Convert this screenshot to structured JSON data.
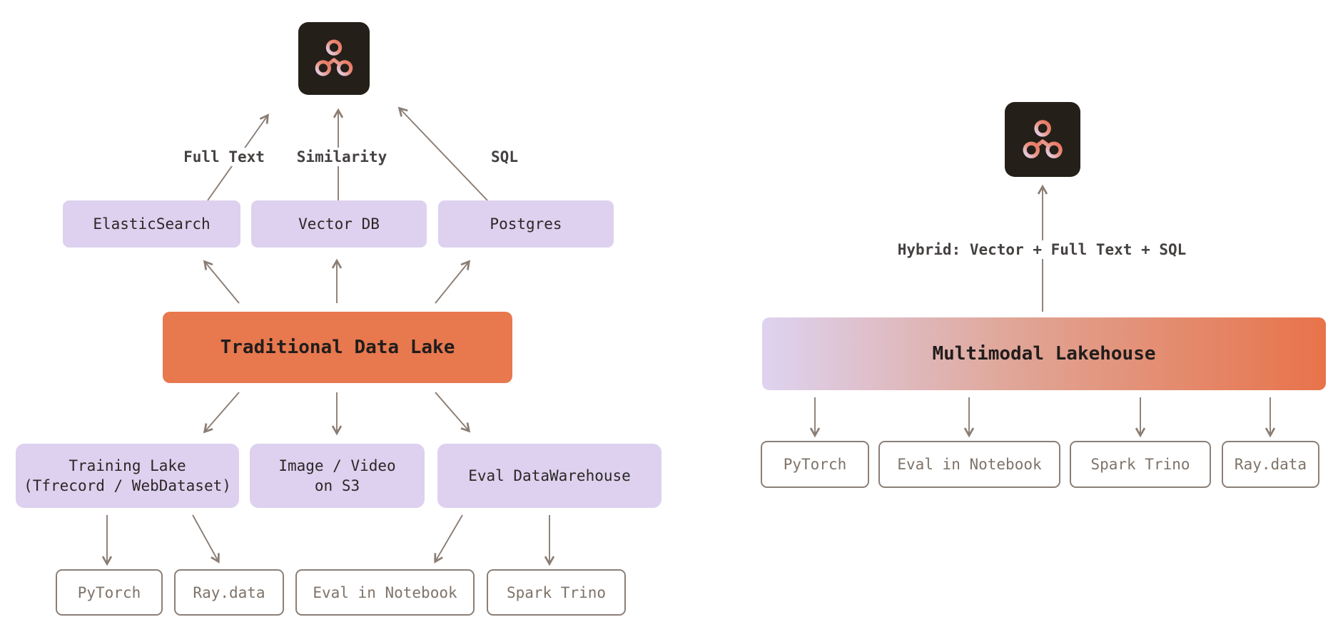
{
  "colors": {
    "purple_box": "#ddd1ef",
    "orange_box": "#e8784e",
    "gradient_left": "#ded3f1",
    "gradient_right": "#e8734a",
    "arrow": "#8a7d74",
    "outline_box_border": "#8b7f77",
    "outline_box_text": "#7e7369",
    "icon_background": "#242019",
    "logo_gradient_start": "#e3d9f6",
    "logo_gradient_end": "#e8735a",
    "label_text": "#454140",
    "box_text": "#2b2726"
  },
  "left": {
    "query_labels": [
      "Full Text",
      "Similarity",
      "SQL"
    ],
    "engines": [
      "ElasticSearch",
      "Vector DB",
      "Postgres"
    ],
    "hub": "Traditional Data Lake",
    "stores": [
      {
        "line1": "Training Lake",
        "line2": "(Tfrecord / WebDataset)"
      },
      {
        "line1": "Image / Video",
        "line2": "on S3"
      },
      {
        "line1": "Eval DataWarehouse",
        "line2": ""
      }
    ],
    "consumers": [
      "PyTorch",
      "Ray.data",
      "Eval in Notebook",
      "Spark Trino"
    ]
  },
  "right": {
    "query_label": "Hybrid: Vector + Full Text + SQL",
    "hub": "Multimodal Lakehouse",
    "consumers": [
      "PyTorch",
      "Eval in Notebook",
      "Spark Trino",
      "Ray.data"
    ]
  }
}
